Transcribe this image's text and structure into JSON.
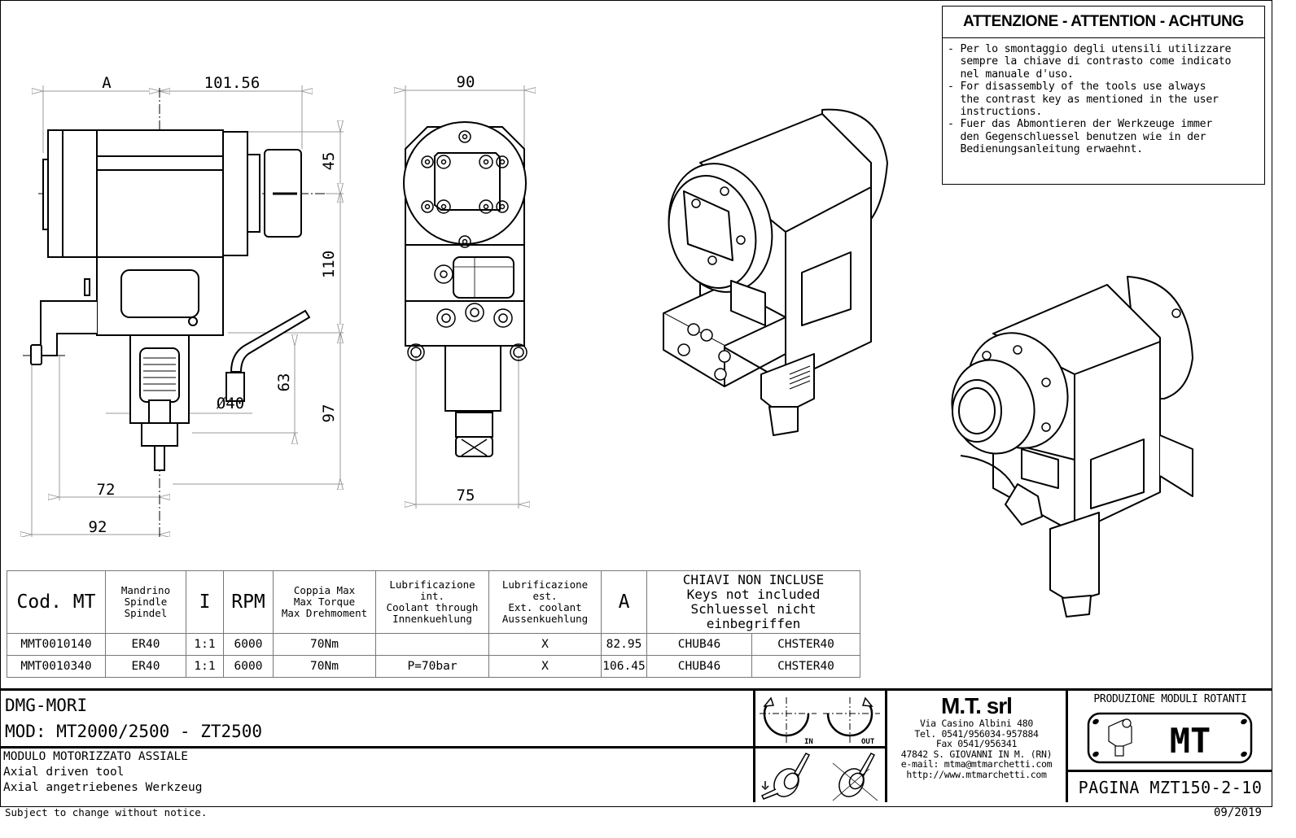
{
  "warning": {
    "title": "ATTENZIONE - ATTENTION - ACHTUNG",
    "lines": [
      "- Per lo smontaggio degli utensili utilizzare",
      "  sempre la chiave di contrasto come indicato",
      "  nel manuale d'uso.",
      "- For disassembly of the tools use always",
      "  the contrast key as mentioned in the user",
      "  instructions.",
      "- Fuer das Abmontieren der Werkzeuge immer",
      "  den Gegenschluessel benutzen wie in der",
      "  Bedienungsanleitung erwaehnt."
    ]
  },
  "dimensions": {
    "side_view": {
      "a": "A",
      "length": "101.56",
      "d45": "45",
      "d110": "110",
      "d63": "63",
      "d97": "97",
      "dia": "Ø40",
      "d72": "72",
      "d92": "92"
    },
    "front_view": {
      "width_top": "90",
      "width_bottom": "75"
    }
  },
  "spec_table": {
    "headers": {
      "code": "Cod. MT",
      "spindle": [
        "Mandrino",
        "Spindle",
        "Spindel"
      ],
      "ratio": "I",
      "rpm": "RPM",
      "torque": [
        "Coppia Max",
        "Max Torque",
        "Max Drehmoment"
      ],
      "coolant_int": [
        "Lubrificazione int.",
        "Coolant through",
        "Innenkuehlung"
      ],
      "coolant_ext": [
        "Lubrificazione est.",
        "Ext. coolant",
        "Aussenkuehlung"
      ],
      "a": "A",
      "keys": [
        "CHIAVI NON INCLUSE",
        "Keys not included",
        "Schluessel nicht einbegriffen"
      ]
    },
    "rows": [
      {
        "code": "MMT0010140",
        "spindle": "ER40",
        "ratio": "1:1",
        "rpm": "6000",
        "torque": "70Nm",
        "coolant_int": "",
        "coolant_ext": "X",
        "a": "82.95",
        "key1": "CHUB46",
        "key2": "CHSTER40"
      },
      {
        "code": "MMT0010340",
        "spindle": "ER40",
        "ratio": "1:1",
        "rpm": "6000",
        "torque": "70Nm",
        "coolant_int": "P=70bar",
        "coolant_ext": "X",
        "a": "106.45",
        "key1": "CHUB46",
        "key2": "CHSTER40"
      }
    ]
  },
  "title_block": {
    "client": "DMG-MORI",
    "model": "MOD: MT2000/2500 - ZT2500",
    "description": [
      "MODULO MOTORIZZATO ASSIALE",
      "Axial driven tool",
      "Axial angetriebenes Werkzeug"
    ],
    "rotation": {
      "in": "IN",
      "out": "OUT"
    },
    "company": {
      "name": "M.T. srl",
      "address": [
        "Via Casino Albini 480",
        "Tel. 0541/956034-957884",
        "Fax 0541/956341",
        "47842 S. GIOVANNI IN M. (RN)",
        "e-mail: mtma@mtmarchetti.com",
        "http://www.mtmarchetti.com"
      ]
    },
    "production": "PRODUZIONE MODULI ROTANTI",
    "logo_text": "MT",
    "page": "PAGINA MZT150-2-10"
  },
  "footer": {
    "notice": "Subject to change without notice.",
    "date": "09/2019"
  }
}
